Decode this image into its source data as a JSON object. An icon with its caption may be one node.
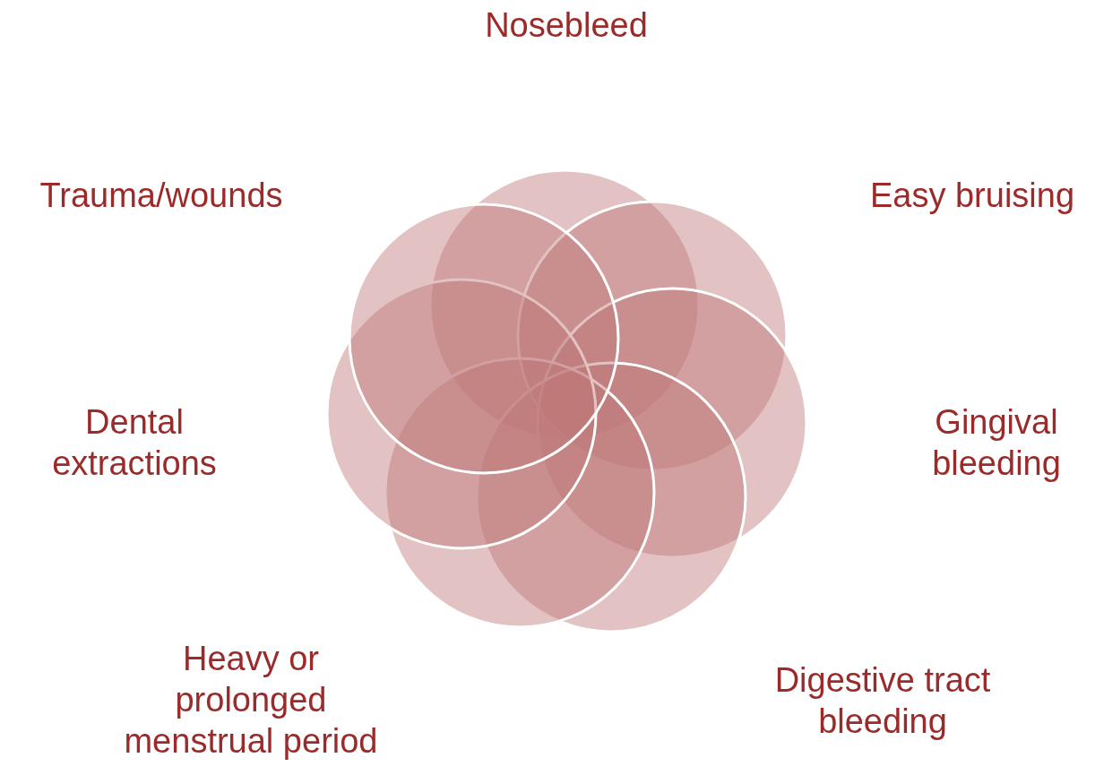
{
  "diagram": {
    "labels": [
      "Nosebleed",
      "Trauma/wounds",
      "Easy bruising",
      "Dental extractions",
      "Gingival bleeding",
      "Heavy or prolonged menstrual period",
      "Digestive tract bleeding"
    ]
  }
}
